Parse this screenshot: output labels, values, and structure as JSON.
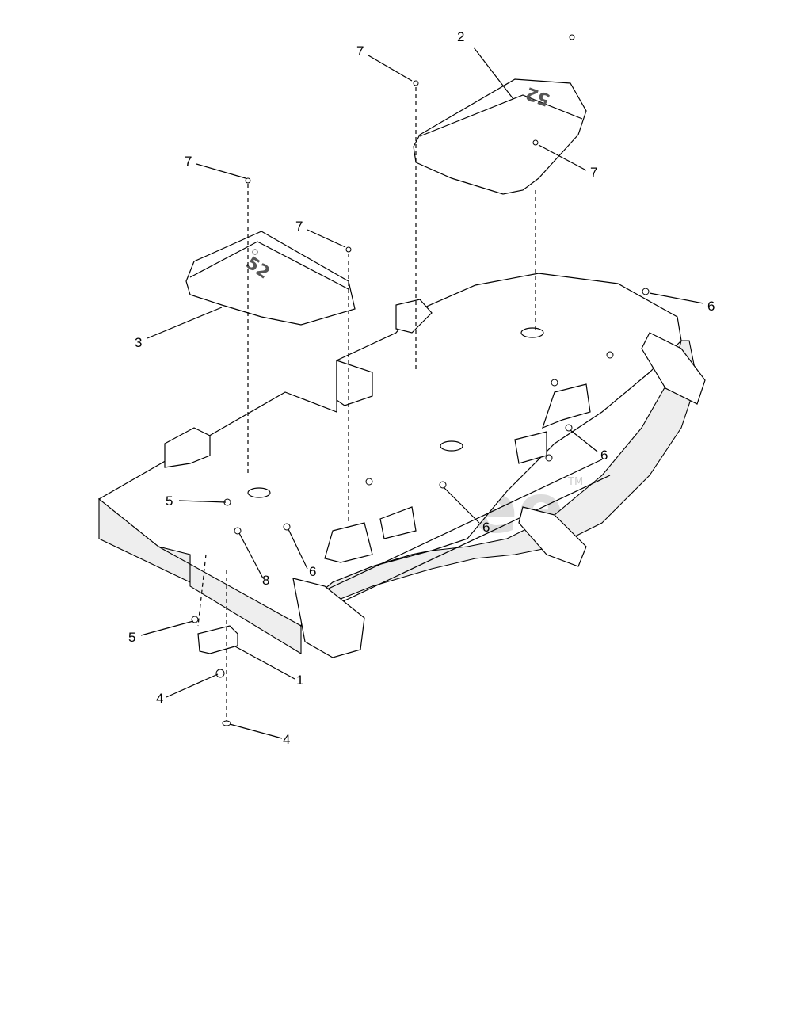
{
  "watermark": {
    "text": "PartsTree",
    "tm": "TM"
  },
  "deck_marking": "52",
  "callouts": [
    {
      "id": "c1",
      "num": "1"
    },
    {
      "id": "c2",
      "num": "2"
    },
    {
      "id": "c3",
      "num": "3"
    },
    {
      "id": "c4a",
      "num": "4"
    },
    {
      "id": "c4b",
      "num": "4"
    },
    {
      "id": "c5a",
      "num": "5"
    },
    {
      "id": "c5b",
      "num": "5"
    },
    {
      "id": "c6a",
      "num": "6"
    },
    {
      "id": "c6b",
      "num": "6"
    },
    {
      "id": "c6c",
      "num": "6"
    },
    {
      "id": "c6d",
      "num": "6"
    },
    {
      "id": "c7a",
      "num": "7"
    },
    {
      "id": "c7b",
      "num": "7"
    },
    {
      "id": "c7c",
      "num": "7"
    },
    {
      "id": "c7d",
      "num": "7"
    },
    {
      "id": "c8",
      "num": "8"
    }
  ]
}
